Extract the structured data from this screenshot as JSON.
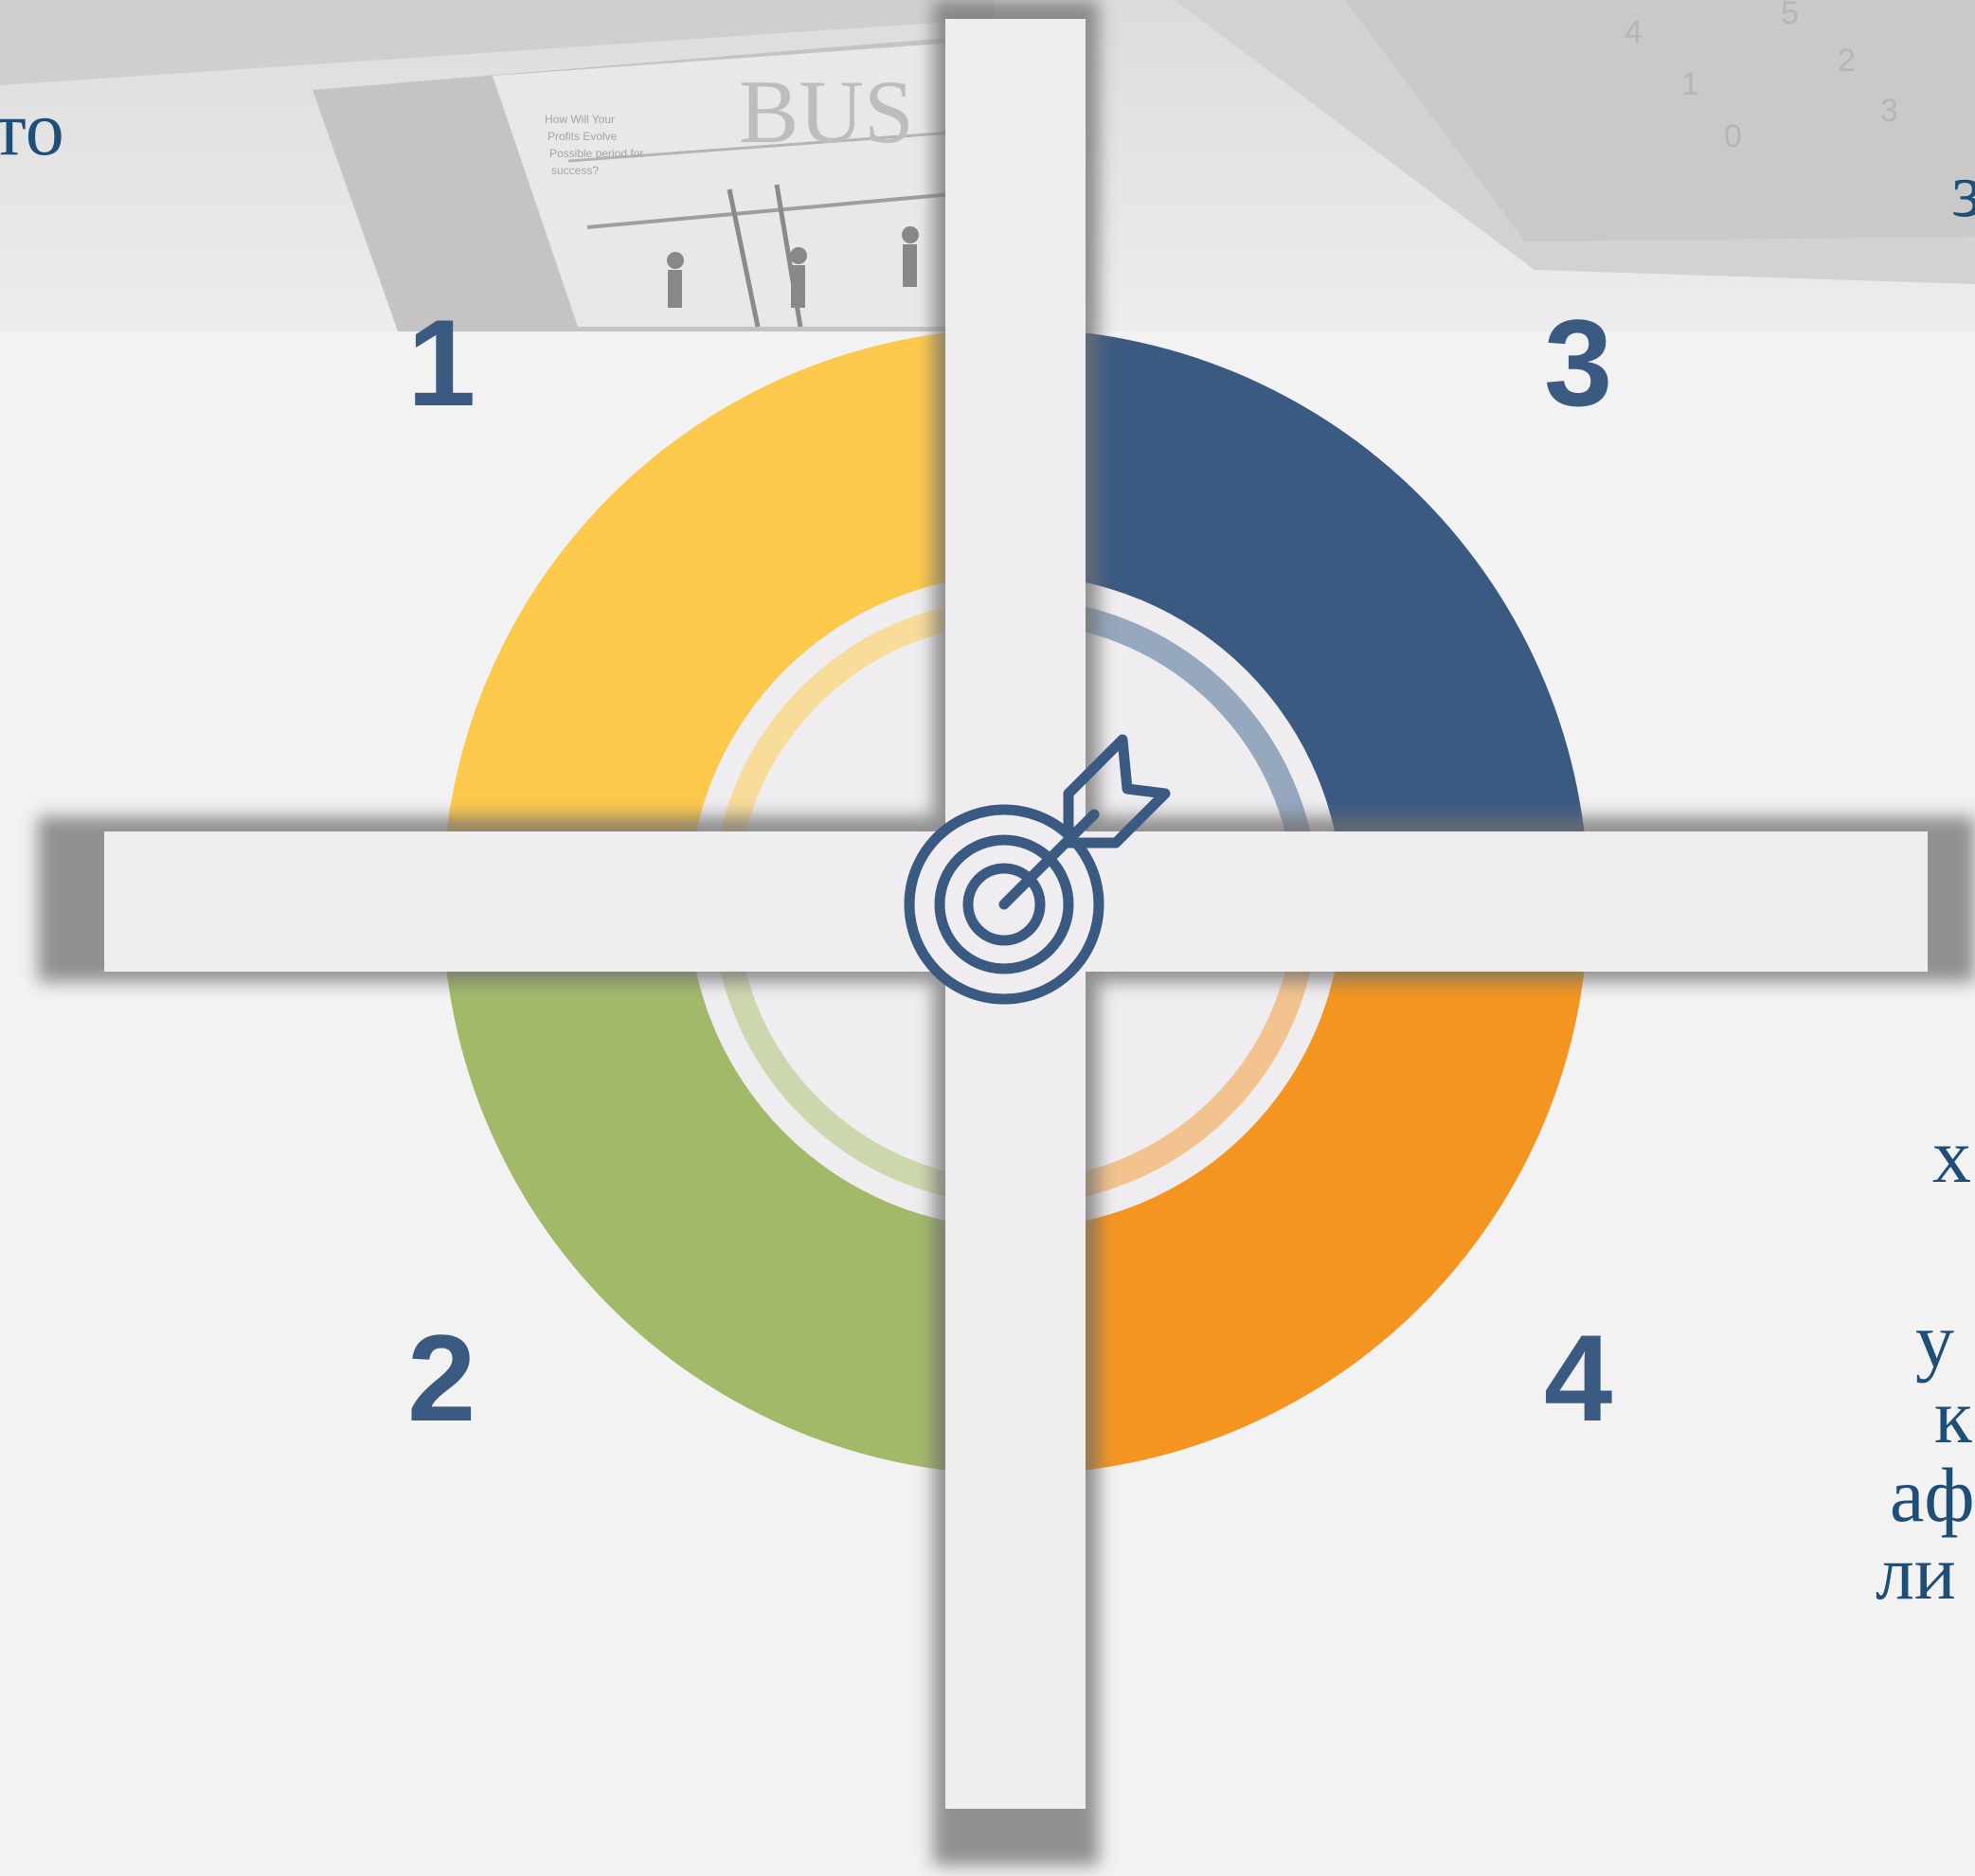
{
  "banner": {
    "newspaper_word": "BUS",
    "newspaper_snippet": [
      "How Will Your",
      "Profits Evolve",
      "Possible period for",
      "success?"
    ],
    "keypad_keys": [
      "4",
      "5",
      "1",
      "2",
      "0",
      "3"
    ]
  },
  "segments": [
    {
      "number": "1",
      "color": "#fdc94d",
      "inner_arc_color": "#f7dc9a"
    },
    {
      "number": "2",
      "color": "#a3b96a",
      "inner_arc_color": "#cdd7ae"
    },
    {
      "number": "3",
      "color": "#3b5a82",
      "inner_arc_color": "#96a8bd"
    },
    {
      "number": "4",
      "color": "#f49521",
      "inner_arc_color": "#f2c28f"
    }
  ],
  "center_icon": {
    "name": "target-arrow-icon",
    "color": "#3b5a82"
  },
  "side_text": {
    "top_left_fragment": "то",
    "top_right_fragment": "з",
    "right_fragments": [
      "х",
      "у",
      "к",
      "аф",
      "ли"
    ]
  },
  "colors": {
    "background": "#f2f2f2",
    "cross": "#efedef",
    "text_blue": "#1f4e79",
    "number_blue": "#3b5a82"
  }
}
